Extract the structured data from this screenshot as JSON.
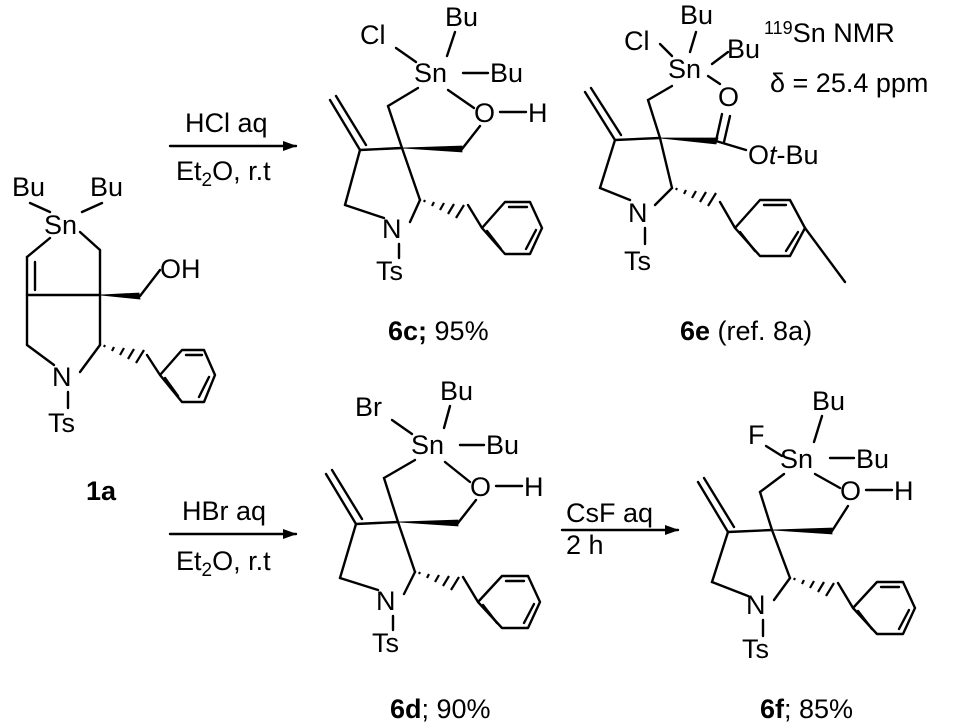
{
  "reactions": {
    "r1": {
      "reagent_top": "HCl aq",
      "reagent_bottom_pre": "Et",
      "reagent_bottom_sub": "2",
      "reagent_bottom_post": "O, r.t"
    },
    "r2": {
      "reagent_top": "HBr aq",
      "reagent_bottom_pre": "Et",
      "reagent_bottom_sub": "2",
      "reagent_bottom_post": "O, r.t"
    },
    "r3": {
      "reagent_top": "CsF aq",
      "reagent_bottom": "2 h"
    }
  },
  "compounds": {
    "c1a": {
      "label": "1a",
      "bu1": "Bu",
      "bu2": "Bu",
      "sn": "Sn",
      "oh": "OH",
      "n": "N",
      "ts": "Ts"
    },
    "c6c": {
      "label": "6c;",
      "yield": " 95%",
      "cl": "Cl",
      "bu1": "Bu",
      "bu2": "Bu",
      "sn": "Sn",
      "o": "O",
      "h": "H",
      "n": "N",
      "ts": "Ts"
    },
    "c6e": {
      "label": "6e",
      "note": " (ref. 8a)",
      "cl": "Cl",
      "bu1": "Bu",
      "bu2": "Bu",
      "sn": "Sn",
      "o": "O",
      "o_ester": "O",
      "t": "t",
      "tbu_suffix": "-Bu",
      "n": "N",
      "ts": "Ts",
      "nmr_sup": "119",
      "nmr_text": "Sn NMR",
      "nmr_delta": "δ = 25.4 ppm"
    },
    "c6d": {
      "label": "6d",
      "yield": "; 90%",
      "br": "Br",
      "bu1": "Bu",
      "bu2": "Bu",
      "sn": "Sn",
      "o": "O",
      "h": "H",
      "n": "N",
      "ts": "Ts"
    },
    "c6f": {
      "label": "6f",
      "yield": "; 85%",
      "f": "F",
      "bu1": "Bu",
      "bu2": "Bu",
      "sn": "Sn",
      "o": "O",
      "h": "H",
      "n": "N",
      "ts": "Ts"
    }
  }
}
